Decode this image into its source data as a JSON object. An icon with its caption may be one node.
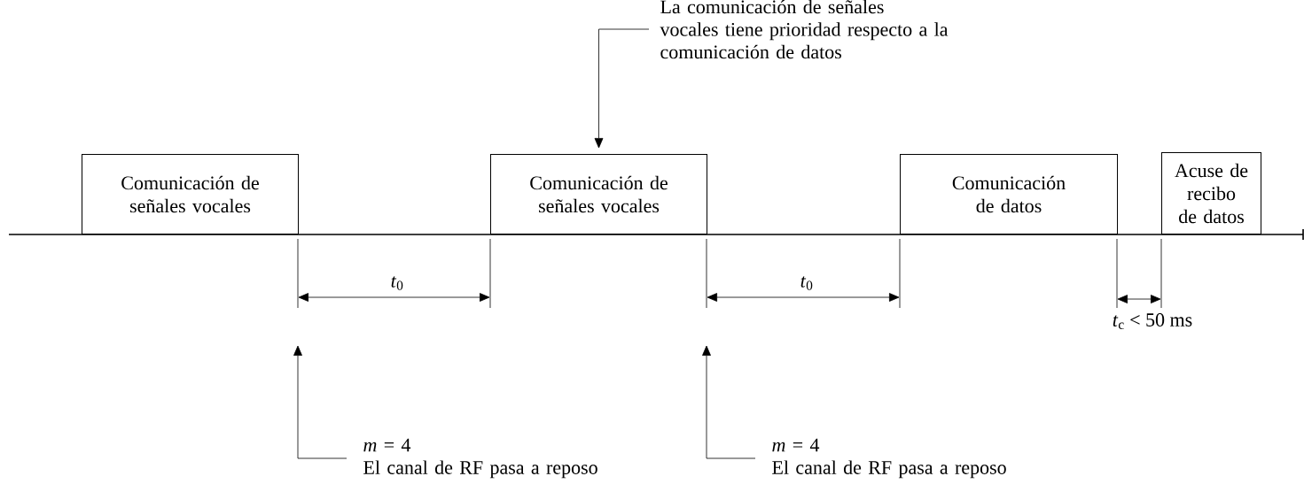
{
  "diagram": {
    "nodes": [
      {
        "text": [
          "Comunicación de señales vocales"
        ]
      },
      {
        "text": [
          "Comunicación de señales vocales"
        ]
      },
      {
        "text": [
          "Comunicación de datos"
        ]
      },
      {
        "text": [
          "Acuse de recibo de datos"
        ]
      },
      {
        "text": [
          "La comunicación de señales vocales tiene prioridad respecto a la comunicación de datos"
        ]
      },
      {
        "text": [
          "*m* = 4",
          "El canal de RF pasa a reposo"
        ]
      },
      {
        "text": [
          "*m* = 4",
          "El canal de RF pasa a reposo"
        ]
      }
    ],
    "edges": [
      {
        "from": 4,
        "to": 1,
        "arrow": "to"
      },
      {
        "from": 5,
        "to": null,
        "arrow": "to"
      },
      {
        "from": 6,
        "to": null,
        "arrow": "to"
      }
    ],
    "labels": [
      "*t*$_{0}$",
      "*t*$_{0}$",
      "*t*$_{c}$ < 50 ms"
    ]
  }
}
